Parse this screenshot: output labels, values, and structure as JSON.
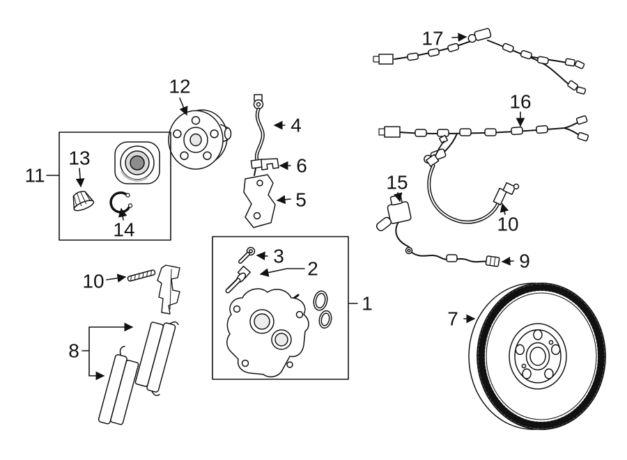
{
  "diagram": {
    "background_color": "#ffffff",
    "line_color": "#111111",
    "callouts": [
      {
        "label": "1"
      },
      {
        "label": "2"
      },
      {
        "label": "3"
      },
      {
        "label": "4"
      },
      {
        "label": "5"
      },
      {
        "label": "6"
      },
      {
        "label": "7"
      },
      {
        "label": "8"
      },
      {
        "label": "9"
      },
      {
        "label": "10"
      },
      {
        "label": "10"
      },
      {
        "label": "11"
      },
      {
        "label": "12"
      },
      {
        "label": "13"
      },
      {
        "label": "14"
      },
      {
        "label": "15"
      },
      {
        "label": "16"
      },
      {
        "label": "17"
      }
    ]
  }
}
